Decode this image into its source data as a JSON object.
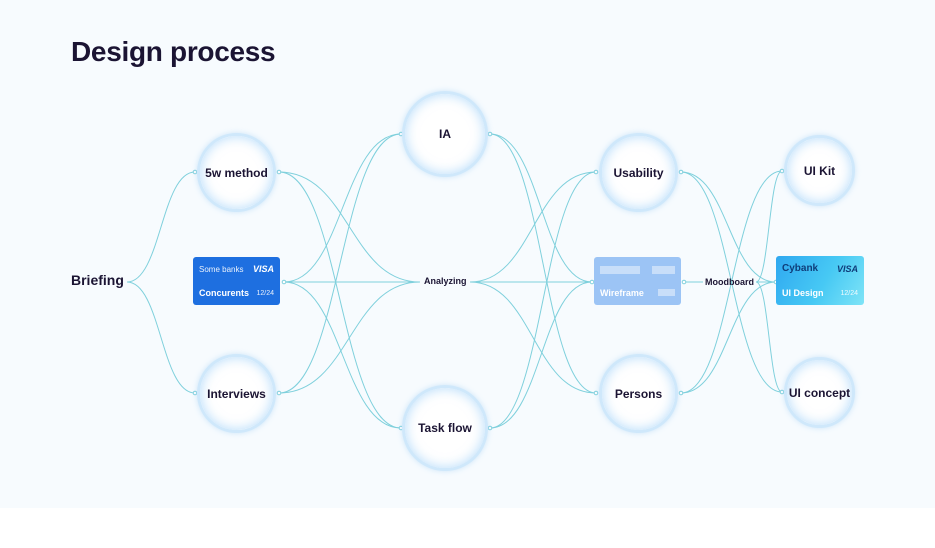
{
  "title": "Design process",
  "nodes": {
    "briefing": "Briefing",
    "method_5w": "5w method",
    "interviews": "Interviews",
    "ia": "IA",
    "task_flow": "Task flow",
    "analyzing": "Analyzing",
    "usability": "Usability",
    "persons": "Persons",
    "moodboard": "Moodboard",
    "ui_kit": "UI Kit",
    "ui_concept": "UI concept"
  },
  "cards": {
    "concurents": {
      "bank": "Some banks",
      "brand": "VISA",
      "label": "Concurents",
      "date": "12/24"
    },
    "wireframe": {
      "label": "Wireframe"
    },
    "ui_design": {
      "bank": "Cybank",
      "brand": "VISA",
      "label": "UI Design",
      "date": "12/24"
    }
  },
  "colors": {
    "link": "#7fd0dc",
    "title": "#1b1433",
    "card_blue": "#1e6fe0",
    "card_wireframe": "#9cc4f5",
    "card_ui": "#3fc6f2"
  }
}
